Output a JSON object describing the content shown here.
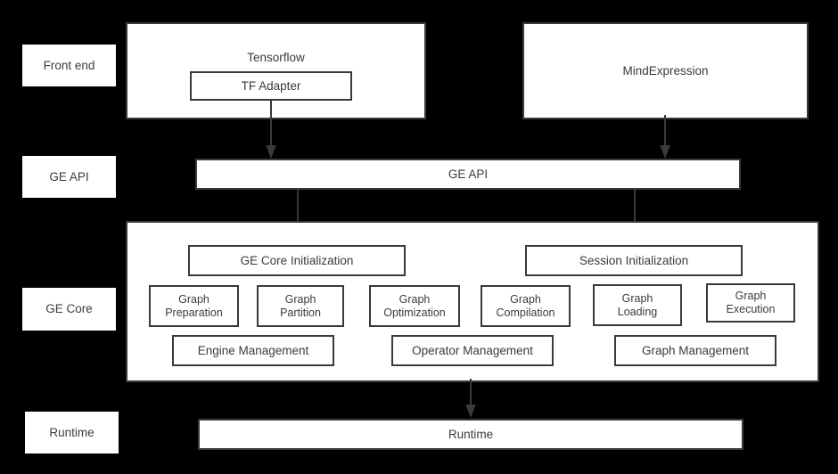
{
  "diagram": {
    "title": "GE (Graph Engine) software stack architecture",
    "background_color": "#000000",
    "box_fill": "#ffffff",
    "box_stroke": "#3a3a3a",
    "text_color": "#3b3b3b"
  },
  "layers": [
    {
      "label": "Front end"
    },
    {
      "label": "GE API"
    },
    {
      "label": "GE Core"
    },
    {
      "label": "Runtime"
    }
  ],
  "frontend": {
    "tensorflow": {
      "label": "Tensorflow"
    },
    "tf_adapter": {
      "label": "TF Adapter"
    },
    "mindexpression": {
      "label": "MindExpression"
    }
  },
  "ge_api": {
    "label": "GE API"
  },
  "ge_core": {
    "initialization": [
      {
        "label": "GE Core Initialization"
      },
      {
        "label": "Session Initialization"
      }
    ],
    "modules": [
      {
        "label": "Graph\nPreparation"
      },
      {
        "label": "Graph\nPartition"
      },
      {
        "label": "Graph\nOptimization"
      },
      {
        "label": "Graph\nCompilation"
      },
      {
        "label": "Graph\nLoading"
      },
      {
        "label": "Graph\nExecution"
      }
    ],
    "management": [
      {
        "label": "Engine Management"
      },
      {
        "label": "Operator Management"
      },
      {
        "label": "Graph Management"
      }
    ]
  },
  "runtime": {
    "label": "Runtime"
  },
  "connections": [
    {
      "name": "tf-adapter-to-ge-api",
      "from": "TF Adapter",
      "to": "GE API"
    },
    {
      "name": "mindexpression-to-ge-api",
      "from": "MindExpression",
      "to": "GE API"
    },
    {
      "name": "ge-api-to-ge-core-initialization",
      "from": "GE API",
      "to": "GE Core Initialization"
    },
    {
      "name": "ge-api-to-session-initialization",
      "from": "GE API",
      "to": "Session Initialization"
    },
    {
      "name": "ge-core-to-runtime",
      "from": "GE Core",
      "to": "Runtime"
    }
  ]
}
